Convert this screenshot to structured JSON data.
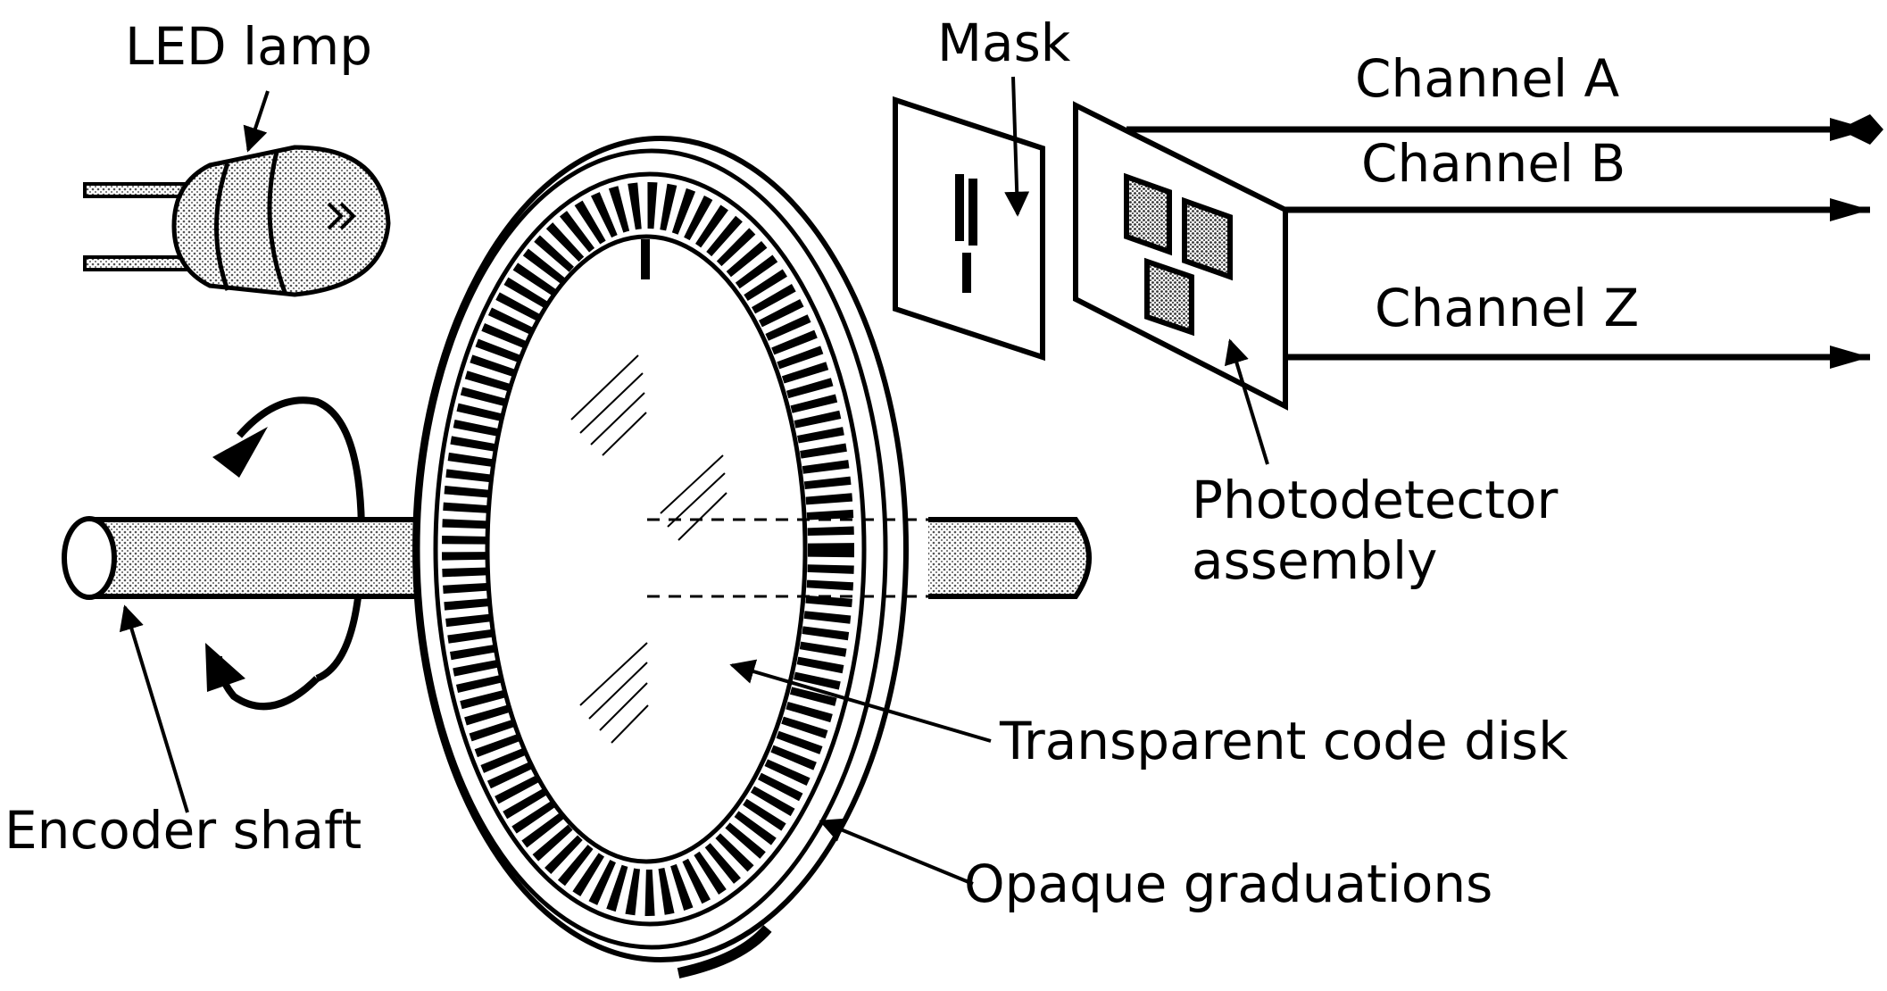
{
  "labels": {
    "led_lamp": "LED lamp",
    "mask": "Mask",
    "channel_a": "Channel A",
    "channel_b": "Channel B",
    "channel_z": "Channel Z",
    "photodetector_line1": "Photodetector",
    "photodetector_line2": "assembly",
    "transparent_code_disk": "Transparent code disk",
    "encoder_shaft": "Encoder shaft",
    "opaque_graduations": "Opaque graduations"
  },
  "colors": {
    "ink": "#000000",
    "background": "#ffffff",
    "stipple": "#8c8c8c"
  }
}
